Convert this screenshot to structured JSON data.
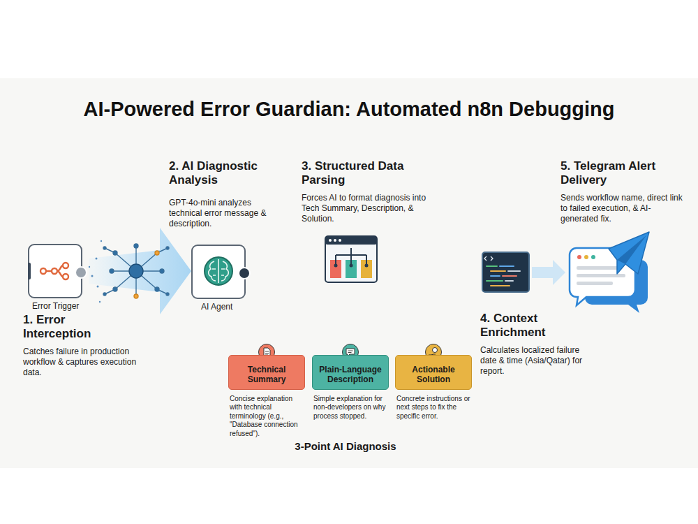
{
  "diagram": {
    "title": "AI-Powered Error Guardian: Automated n8n Debugging",
    "nodes": [
      {
        "text": [
          "Error Trigger"
        ]
      },
      {
        "text": [
          "AI Agent"
        ]
      },
      {
        "text": [
          "Technical Summary",
          "Concise explanation with technical terminology (e.g., \"Database connection refused\")."
        ]
      },
      {
        "text": [
          "Plain-Language Description",
          "Simple explanation for non-developers on why process stopped."
        ]
      },
      {
        "text": [
          "Actionable Solution",
          "Concrete instructions or next steps to fix the specific error."
        ]
      }
    ],
    "edges": [
      {
        "from": 0,
        "to": 1,
        "arrow": "to"
      }
    ],
    "labels": [
      "2. AI Diagnostic Analysis",
      "GPT-4o-mini analyzes technical error message & description.",
      "3. Structured Data Parsing",
      "Forces AI to format diagnosis into Tech Summary, Description, & Solution.",
      "5. Telegram Alert Delivery",
      "Sends workflow name, direct link to failed execution, & AI-generated fix.",
      "1. Error Interception",
      "Catches failure in production workflow & captures execution data.",
      "4. Context Enrichment",
      "Calculates localized failure date & time (Asia/Qatar) for report.",
      "3-Point AI Diagnosis"
    ]
  }
}
